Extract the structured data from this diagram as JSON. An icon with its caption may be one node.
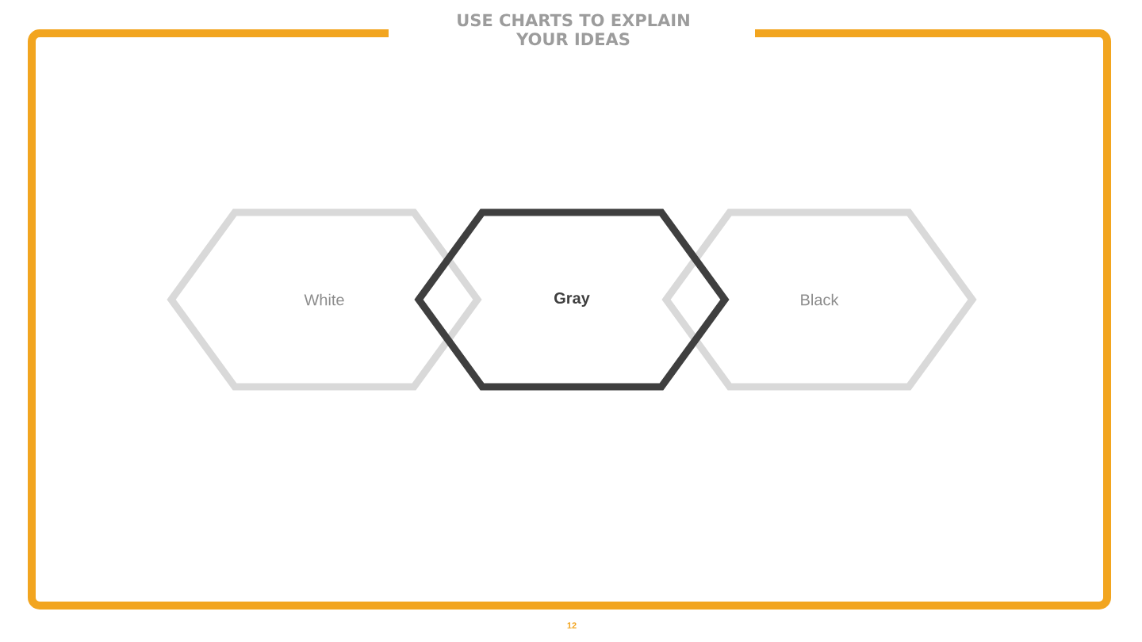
{
  "diagram": {
    "title": "USE CHARTS TO EXPLAIN YOUR IDEAS",
    "nodes": [
      {
        "text": [
          "White"
        ]
      },
      {
        "text": [
          "Gray"
        ]
      },
      {
        "text": [
          "Black"
        ]
      }
    ],
    "labels": [
      "12"
    ]
  }
}
